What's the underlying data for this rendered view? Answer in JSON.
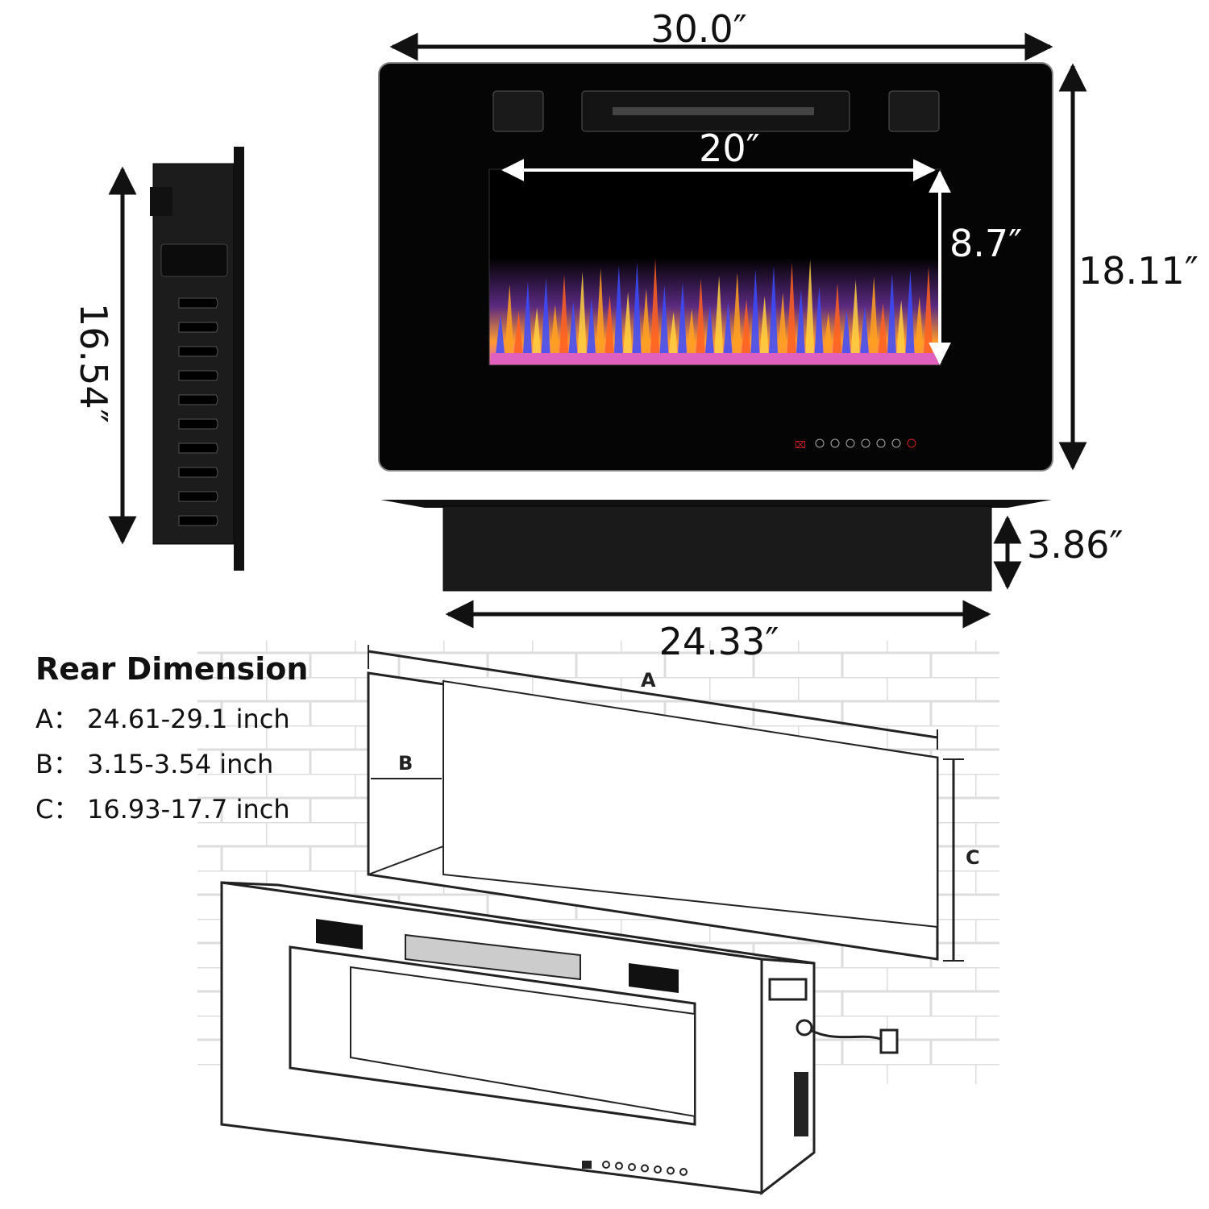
{
  "front": {
    "width_label": "30.0″",
    "height_label": "18.11″",
    "firebox_width_label": "20″",
    "firebox_height_label": "8.7″"
  },
  "side": {
    "height_label": "16.54″"
  },
  "bottom": {
    "depth_label": "3.86″",
    "box_width_label": "24.33″"
  },
  "rear_dimension": {
    "title": "Rear Dimension",
    "items": [
      {
        "key": "A：",
        "value": "24.61-29.1 inch"
      },
      {
        "key": "B：",
        "value": "3.15-3.54 inch"
      },
      {
        "key": "C：",
        "value": "16.93-17.7 inch"
      }
    ],
    "diagram_labels": {
      "a": "A",
      "b": "B",
      "c": "C"
    }
  },
  "colors": {
    "panel": "#050505",
    "flame_blue": "#3a4cff",
    "flame_orange": "#ffa020",
    "ember_pink": "#e060c0",
    "control_red": "#d02020"
  }
}
